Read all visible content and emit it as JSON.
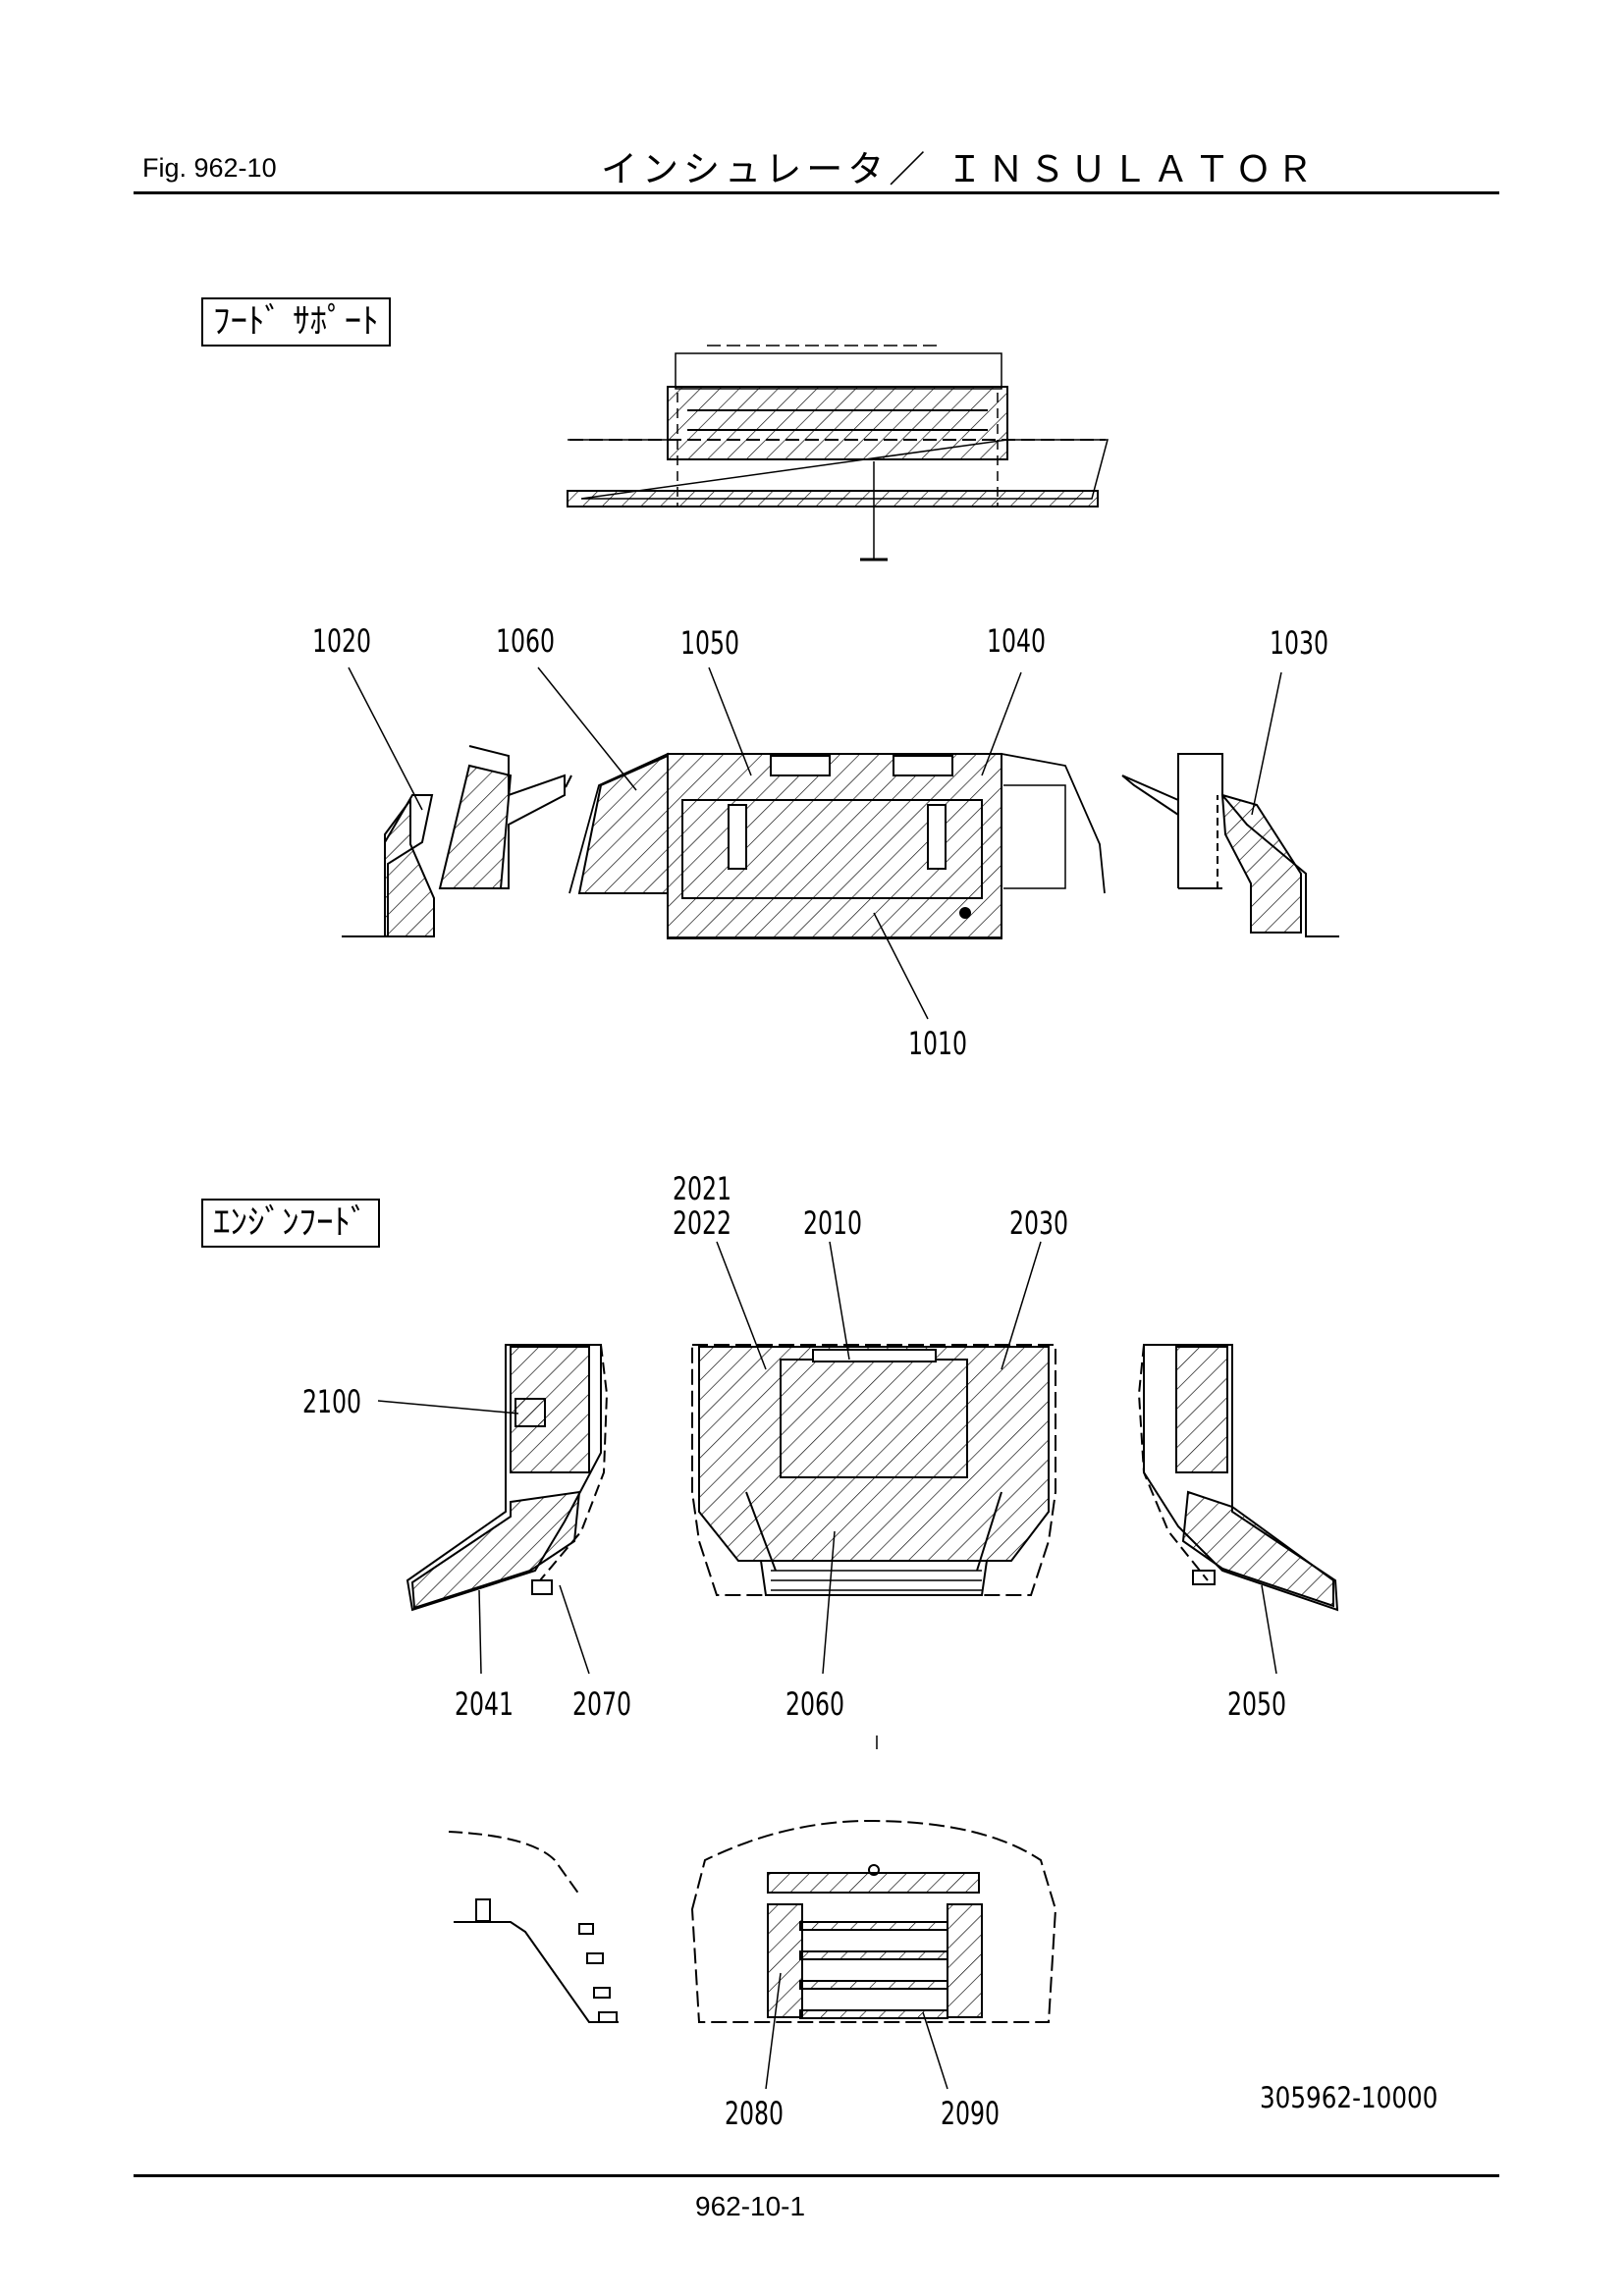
{
  "header": {
    "figure_number": "Fig.  962-10",
    "title": "インシュレータ／ ＩＮＳＵＬＡＴＯＲ"
  },
  "sections": {
    "hood_support": {
      "title": "ﾌｰﾄﾞ ｻﾎﾟｰﾄ"
    },
    "engine_hood": {
      "title": "ｴﾝｼﾞﾝﾌｰﾄﾞ"
    }
  },
  "part_labels": {
    "p1020": "1020",
    "p1060": "1060",
    "p1050": "1050",
    "p1040": "1040",
    "p1030": "1030",
    "p1010": "1010",
    "p2021": "2021",
    "p2022": "2022",
    "p2010": "2010",
    "p2030": "2030",
    "p2100": "2100",
    "p2041": "2041",
    "p2070": "2070",
    "p2060": "2060",
    "p2050": "2050",
    "p2080": "2080",
    "p2090": "2090"
  },
  "drawing_number": "305962-10000",
  "footer": {
    "page_number": "962-10-1"
  }
}
